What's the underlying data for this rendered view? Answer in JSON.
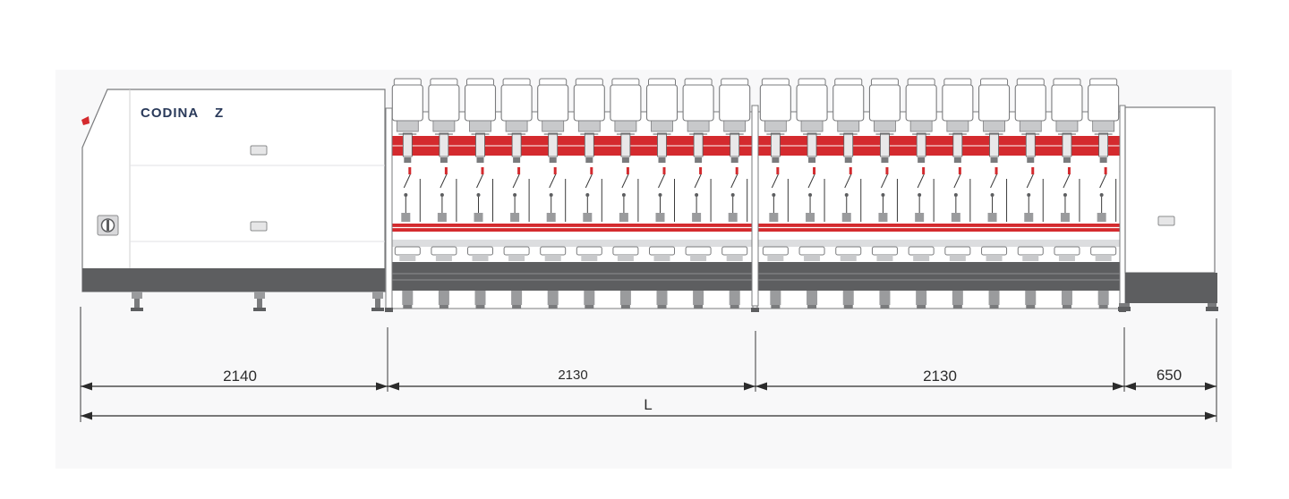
{
  "brand": {
    "name": "CODINA",
    "mark": "Z"
  },
  "colors": {
    "accent": "#d42a2e",
    "dark": "#5d5e60",
    "outline": "#7a7b7d",
    "light_gray": "#dcdddf",
    "brand": "#2a3a5a"
  },
  "machine": {
    "units_per_section": 10,
    "sections": 2
  },
  "dimensions": {
    "head_width": "2140",
    "section1_width": "2130",
    "section2_width": "2130",
    "tail_width": "650",
    "total_label": "L"
  }
}
